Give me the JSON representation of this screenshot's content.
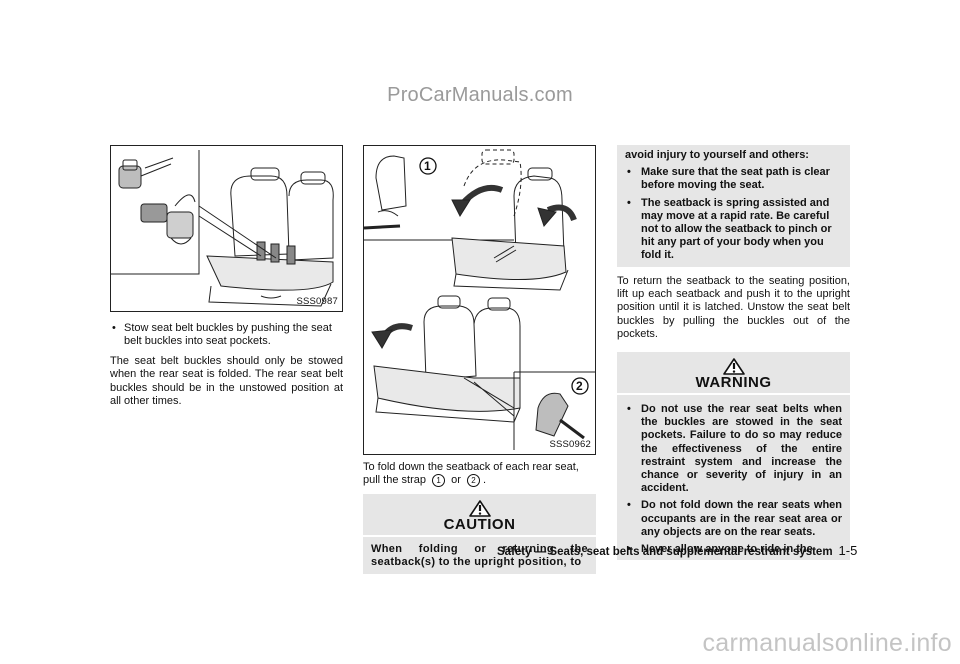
{
  "watermark_top": "ProCarManuals.com",
  "watermark_bottom": "carmanualsonline.info",
  "col1": {
    "figure_label": "SSS0987",
    "bullet": "Stow seat belt buckles by pushing the seat belt buckles into seat pockets.",
    "paragraph": "The seat belt buckles should only be stowed when the rear seat is folded. The rear seat belt buckles should be in the unstowed position at all other times."
  },
  "col2": {
    "figure_label": "SSS0962",
    "callout_1": "1",
    "callout_2": "2",
    "para_start": "To fold down the seatback of each rear seat, pull the strap",
    "para_or": "or",
    "para_end": ".",
    "caution_title": "CAUTION",
    "caution_text": "When folding or returning the seatback(s) to the upright position, to"
  },
  "col3": {
    "continued": "avoid injury to yourself and others:",
    "bullets": [
      "Make sure that the seat path is clear before moving the seat.",
      "The seatback is spring assisted and may move at a rapid rate. Be careful not to allow the seatback to pinch or hit any part of your body when you fold it."
    ],
    "paragraph": "To return the seatback to the seating position, lift up each seatback and push it to the upright position until it is latched. Unstow the seat belt buckles by pulling the buckles out of the pockets.",
    "warning_title": "WARNING",
    "warning_bullets": [
      "Do not use the rear seat belts when the buckles are stowed in the seat pockets. Failure to do so may reduce the effectiveness of the entire restraint system and increase the chance or severity of injury in an accident.",
      "Do not fold down the rear seats when occupants are in the rear seat area or any objects are on the rear seats.",
      "Never allow anyone to ride in the"
    ]
  },
  "footer": {
    "section": "Safety — Seats, seat belts and supplemental restraint system",
    "page": "1-5"
  }
}
